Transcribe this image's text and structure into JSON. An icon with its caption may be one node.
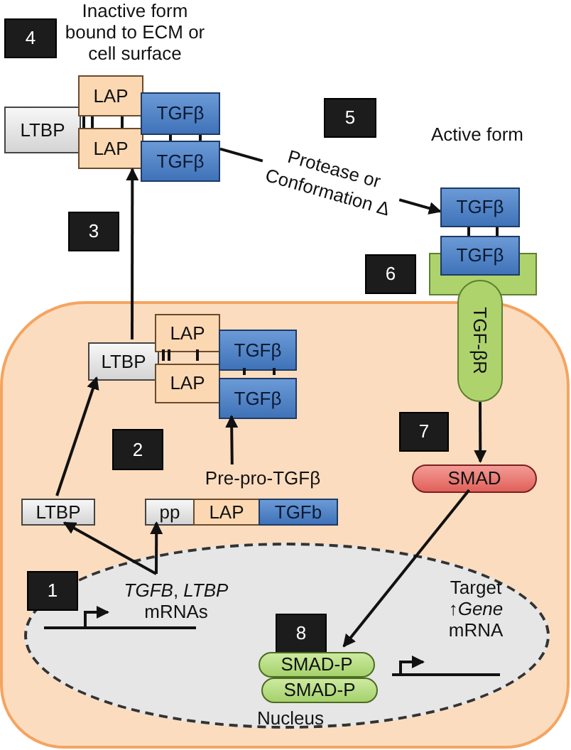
{
  "diagram": {
    "nodes": [
      {
        "text": [
          "4"
        ]
      },
      {
        "text": [
          "LTBP"
        ]
      },
      {
        "text": [
          "LAP"
        ]
      },
      {
        "text": [
          "LAP"
        ]
      },
      {
        "text": [
          "TGFβ"
        ]
      },
      {
        "text": [
          "TGFβ"
        ]
      },
      {
        "text": [
          "5"
        ]
      },
      {
        "text": [
          "TGFβ"
        ]
      },
      {
        "text": [
          "TGFβ"
        ]
      },
      {
        "text": [
          "TGF-βR"
        ]
      },
      {
        "text": [
          "6"
        ]
      },
      {
        "text": [
          "3"
        ]
      },
      {
        "text": [],
        "shape": "box"
      },
      {
        "text": [
          "LTBP"
        ],
        "in": 12
      },
      {
        "text": [
          "LAP"
        ],
        "in": 12
      },
      {
        "text": [
          "LAP"
        ],
        "in": 12
      },
      {
        "text": [
          "TGFβ"
        ],
        "in": 12
      },
      {
        "text": [
          "TGFβ"
        ],
        "in": 12
      },
      {
        "text": [
          "2"
        ],
        "in": 12
      },
      {
        "text": [
          "7"
        ],
        "in": 12
      },
      {
        "text": [
          "SMAD"
        ],
        "in": 12
      },
      {
        "text": [
          "Pre-pro-TGFβ"
        ],
        "in": 12
      },
      {
        "text": [
          "LTBP"
        ],
        "in": 12
      },
      {
        "text": [
          "pp"
        ],
        "in": 12
      },
      {
        "text": [
          "LAP"
        ],
        "in": 12
      },
      {
        "text": [
          "TGFb"
        ],
        "in": 12
      },
      {
        "text": [
          "Nucleus"
        ],
        "in": 12
      },
      {
        "text": [
          "1"
        ],
        "in": 26
      },
      {
        "text": [
          "*TGFB*, *LTBP* mRNAs"
        ],
        "in": 26
      },
      {
        "text": [
          "8"
        ],
        "in": 26
      },
      {
        "text": [
          "SMAD-P"
        ],
        "in": 26
      },
      {
        "text": [
          "SMAD-P"
        ],
        "in": 26
      },
      {
        "text": [
          "Target ↑*Gene* mRNA"
        ],
        "in": 26
      },
      {
        "text": [],
        "shape": "bar"
      }
    ],
    "edges": [
      {
        "from": 13,
        "to": 3,
        "arrow": "to"
      },
      {
        "from": 5,
        "to": 7,
        "arrow": "to",
        "label": "Protease or Conformation Δ"
      },
      {
        "from": 22,
        "to": 13,
        "arrow": "to"
      },
      {
        "from": 21,
        "to": 17,
        "arrow": "to"
      },
      {
        "from": 9,
        "to": 20,
        "arrow": "to"
      },
      {
        "from": 20,
        "to": 30,
        "arrow": "to"
      },
      {
        "from": 28,
        "to": 22,
        "arrow": "to"
      },
      {
        "from": 28,
        "to": 23,
        "arrow": "to"
      }
    ],
    "labels": [
      "Inactive form bound to ECM or cell surface",
      "Active form"
    ]
  }
}
